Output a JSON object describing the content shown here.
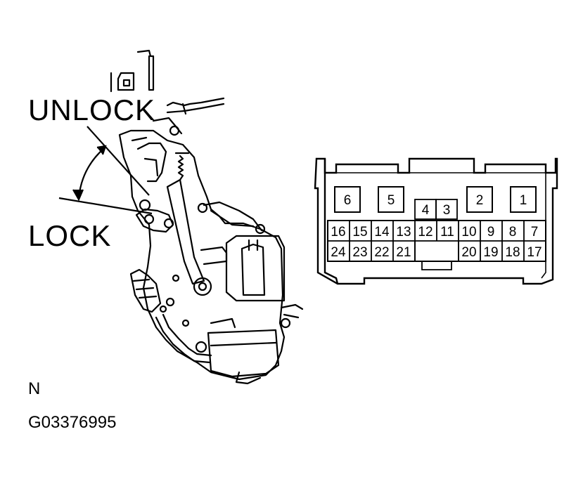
{
  "labels": {
    "unlock": "UNLOCK",
    "lock": "LOCK",
    "view": "N",
    "figure_id": "G03376995"
  },
  "connector": {
    "big_pins": [
      "6",
      "5",
      "2",
      "1"
    ],
    "top_small_pins": [
      "4",
      "3"
    ],
    "row1": [
      "16",
      "15",
      "14",
      "13",
      "12",
      "11",
      "10",
      "9",
      "8",
      "7"
    ],
    "row2_left": [
      "24",
      "23",
      "22",
      "21"
    ],
    "row2_right": [
      "20",
      "19",
      "18",
      "17"
    ]
  }
}
